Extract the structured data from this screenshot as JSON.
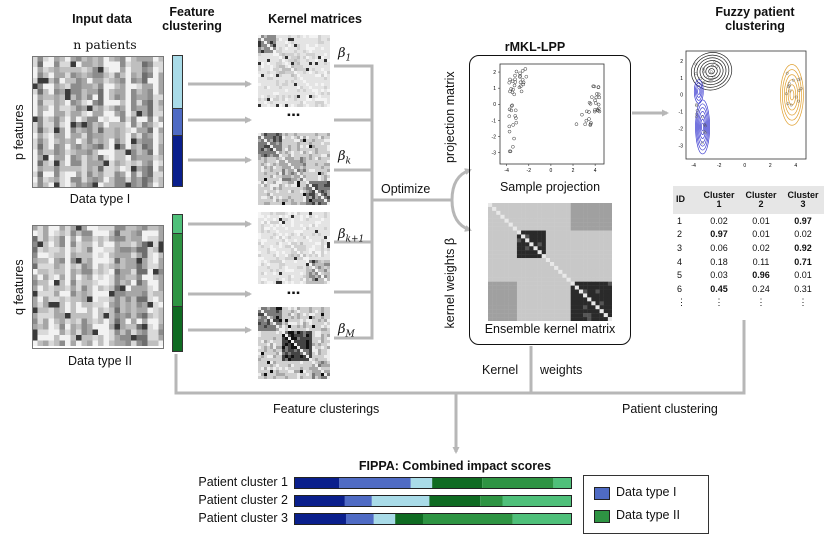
{
  "headers": {
    "input_data": "Input data",
    "feature_clustering": "Feature\nclustering",
    "kernel_matrices": "Kernel matrices",
    "rmkl": "rMKL-LPP",
    "fuzzy": "Fuzzy patient\nclustering"
  },
  "input": {
    "n_patients": "n patients",
    "p_features": "p features",
    "q_features": "q features",
    "type1": "Data type I",
    "type2": "Data type II"
  },
  "kernels": {
    "betas": [
      {
        "sym": "β",
        "sub": "1"
      },
      {
        "sym": "β",
        "sub": "k"
      },
      {
        "sym": "β",
        "sub": "k+1"
      },
      {
        "sym": "β",
        "sub": "M"
      }
    ],
    "dots": "▪▪▪"
  },
  "rmkl": {
    "projection_matrix": "projection matrix",
    "sample_projection": "Sample projection",
    "kernel_weights": "kernel weights β",
    "ensemble": "Ensemble kernel matrix",
    "optimize": "Optimize"
  },
  "fuzzy_table": {
    "headers": [
      "ID",
      "Cluster\n1",
      "Cluster\n2",
      "Cluster\n3"
    ],
    "rows": [
      [
        "1",
        "0.02",
        "0.01",
        "0.97"
      ],
      [
        "2",
        "0.97",
        "0.01",
        "0.02"
      ],
      [
        "3",
        "0.06",
        "0.02",
        "0.92"
      ],
      [
        "4",
        "0.18",
        "0.11",
        "0.71"
      ],
      [
        "5",
        "0.03",
        "0.96",
        "0.01"
      ],
      [
        "6",
        "0.45",
        "0.24",
        "0.31"
      ],
      [
        "⋮",
        "⋮",
        "⋮",
        "⋮"
      ]
    ],
    "bold": [
      [
        0,
        3
      ],
      [
        1,
        1
      ],
      [
        2,
        3
      ],
      [
        3,
        3
      ],
      [
        4,
        2
      ],
      [
        5,
        1
      ]
    ]
  },
  "flow": {
    "kernel": "Kernel",
    "weights": "weights",
    "feature_clusterings": "Feature clusterings",
    "patient_clustering": "Patient clustering"
  },
  "fippa": {
    "title": "FIPPA: Combined impact scores",
    "clusters": [
      {
        "label": "Patient cluster 1",
        "segments": [
          {
            "value": 0.163,
            "color": "#0a1f8c"
          },
          {
            "value": 0.257,
            "color": "#4f6bc4"
          },
          {
            "value": 0.077,
            "color": "#a9dbe8"
          },
          {
            "value": 0.18,
            "color": "#0f6b22"
          },
          {
            "value": 0.256,
            "color": "#2e9443"
          },
          {
            "value": 0.067,
            "color": "#4fc07a"
          }
        ]
      },
      {
        "label": "Patient cluster 2",
        "segments": [
          {
            "value": 0.183,
            "color": "#0a1f8c"
          },
          {
            "value": 0.097,
            "color": "#4f6bc4"
          },
          {
            "value": 0.207,
            "color": "#a9dbe8"
          },
          {
            "value": 0.183,
            "color": "#0f6b22"
          },
          {
            "value": 0.08,
            "color": "#2e9443"
          },
          {
            "value": 0.25,
            "color": "#4fc07a"
          }
        ]
      },
      {
        "label": "Patient cluster 3",
        "segments": [
          {
            "value": 0.187,
            "color": "#0a1f8c"
          },
          {
            "value": 0.1,
            "color": "#4f6bc4"
          },
          {
            "value": 0.077,
            "color": "#a9dbe8"
          },
          {
            "value": 0.1,
            "color": "#0f6b22"
          },
          {
            "value": 0.323,
            "color": "#2e9443"
          },
          {
            "value": 0.213,
            "color": "#4fc07a"
          }
        ]
      }
    ]
  },
  "legend": [
    {
      "label": "Data type I",
      "color": "#4f6bc4"
    },
    {
      "label": "Data type II",
      "color": "#2e9443"
    }
  ],
  "colors": {
    "arrow": "#b7b7b7",
    "type1_bar": [
      "#a9dbe8",
      "#4f6bc4",
      "#0a1f8c"
    ],
    "type2_bar": [
      "#4fc07a",
      "#2e9443",
      "#0f6b22"
    ],
    "contour1": "#222222",
    "contour2": "#3a3ad0",
    "contour3": "#e0a030"
  }
}
